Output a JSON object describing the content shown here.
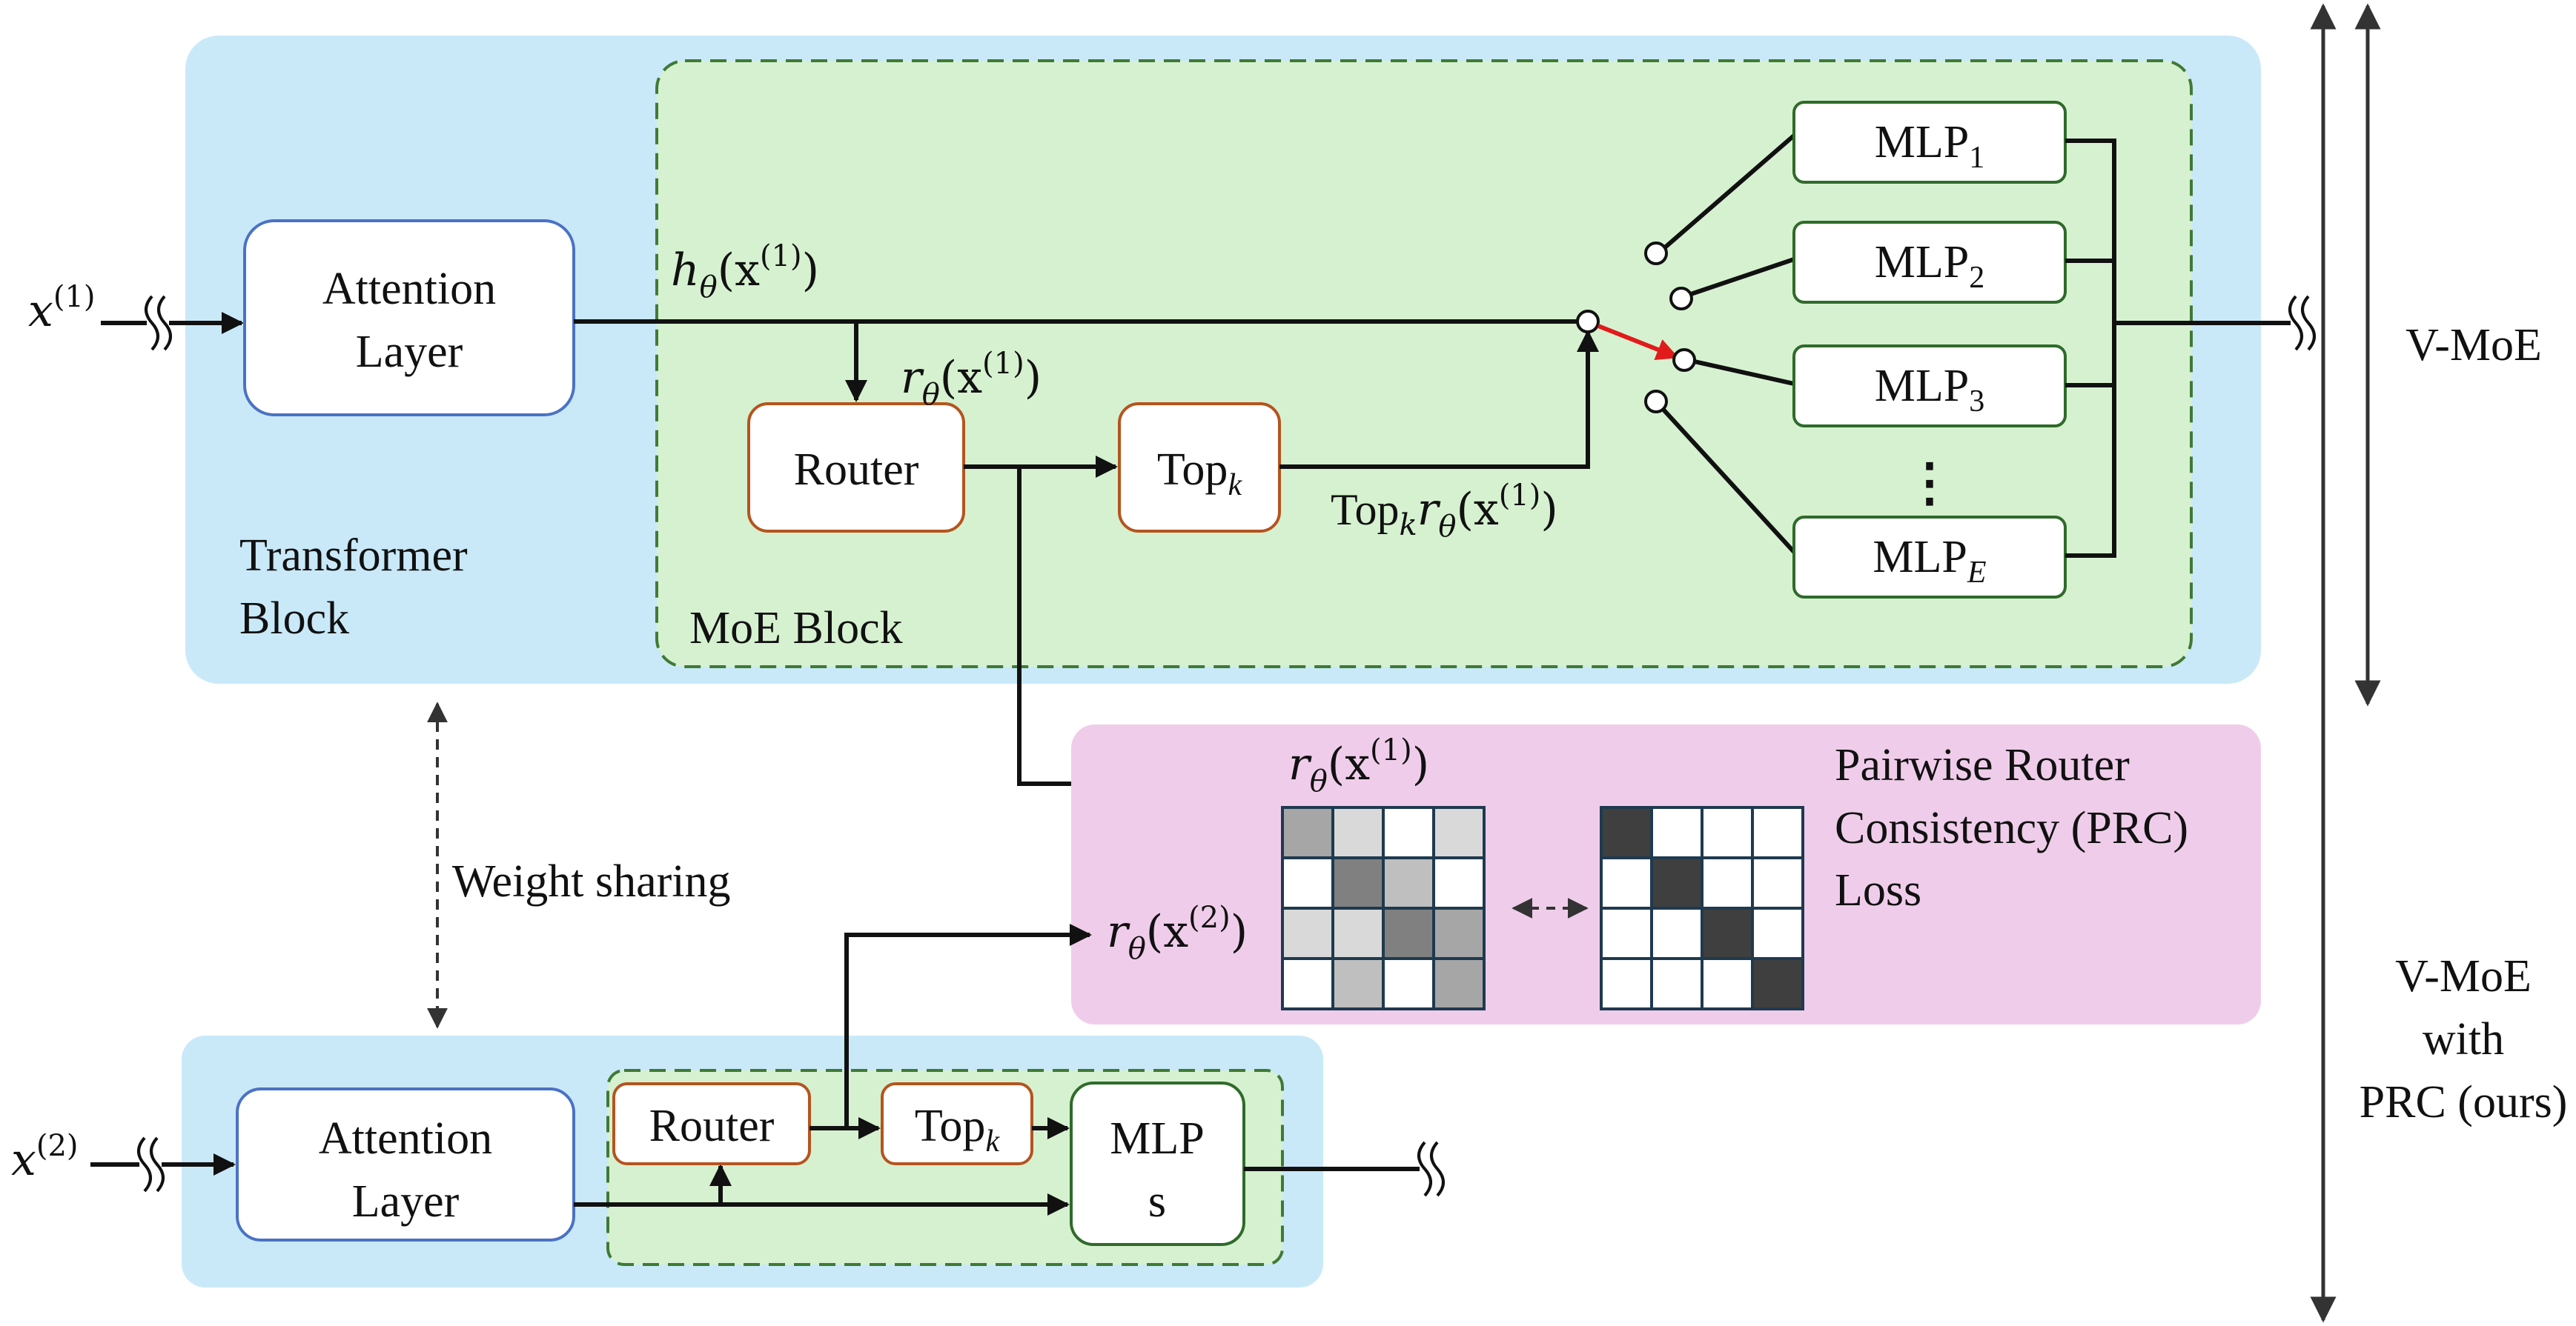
{
  "colors": {
    "transformer_bg": "#c9e9f9",
    "moe_bg": "#d6f1d0",
    "prc_bg": "#efcdea",
    "attention_border": "#4a72c4",
    "router_border": "#b5541e",
    "mlp_border": "#2f6b2a",
    "moe_dash": "#3f7a35",
    "selected_arrow": "#e11b1b",
    "cell_dark": "#3f3f3f",
    "cell_mid": "#808080",
    "cell_gray": "#a6a6a6",
    "cell_silver": "#bfbfbf",
    "cell_light": "#d9d9d9",
    "cell_white": "#ffffff"
  },
  "top": {
    "input": {
      "base": "x",
      "sup": "(1)"
    },
    "attention": {
      "line1": "Attention",
      "line2": "Layer"
    },
    "transformer_label": {
      "line1": "Transformer",
      "line2": "Block"
    },
    "moe_label": "MoE Block",
    "hidden": {
      "pre": "h",
      "sub": "θ",
      "post": "(x",
      "sup": "(1)",
      "close": ")"
    },
    "router": "Router",
    "router_out": {
      "pre": "r",
      "sub": "θ",
      "post": "(x",
      "sup": "(1)",
      "close": ")"
    },
    "topk": {
      "base": "Top",
      "sub": "k"
    },
    "topk_out": {
      "base": "Top",
      "sub1": "k",
      "mid": "r",
      "sub2": "θ",
      "post": "(x",
      "sup": "(1)",
      "close": ")"
    },
    "mlps": [
      {
        "base": "MLP",
        "sub": "1"
      },
      {
        "base": "MLP",
        "sub": "2"
      },
      {
        "base": "MLP",
        "sub": "3"
      },
      {
        "base": "MLP",
        "sub": "E"
      }
    ],
    "dots": "⋮"
  },
  "prc": {
    "title": {
      "line1": "Pairwise Router",
      "line2": "Consistency (PRC)",
      "line3": "Loss"
    },
    "r1": {
      "pre": "r",
      "sub": "θ",
      "post": "(x",
      "sup": "(1)",
      "close": ")"
    },
    "r2": {
      "pre": "r",
      "sub": "θ",
      "post": "(x",
      "sup": "(2)",
      "close": ")"
    },
    "matrix_left": [
      [
        "gray",
        "light",
        "white",
        "light"
      ],
      [
        "white",
        "mid",
        "silver",
        "white"
      ],
      [
        "light",
        "light",
        "mid",
        "gray"
      ],
      [
        "white",
        "silver",
        "white",
        "gray"
      ]
    ],
    "matrix_right": [
      [
        "dark",
        "white",
        "white",
        "white"
      ],
      [
        "white",
        "dark",
        "white",
        "white"
      ],
      [
        "white",
        "white",
        "dark",
        "white"
      ],
      [
        "white",
        "white",
        "white",
        "dark"
      ]
    ]
  },
  "weight_sharing": "Weight sharing",
  "bottom": {
    "input": {
      "base": "x",
      "sup": "(2)"
    },
    "attention": {
      "line1": "Attention",
      "line2": "Layer"
    },
    "router": "Router",
    "topk": {
      "base": "Top",
      "sub": "k"
    },
    "mlps": {
      "line1": "MLP",
      "line2": "s"
    }
  },
  "side": {
    "vmoe": "V-MoE",
    "vmoe_prc": {
      "line1": "V-MoE",
      "line2": "with",
      "line3": "PRC (ours)"
    }
  }
}
